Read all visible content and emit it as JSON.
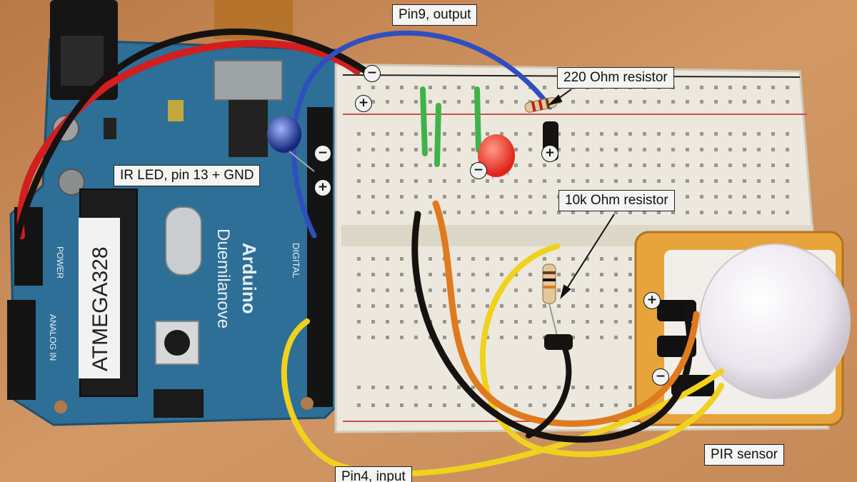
{
  "annotations": {
    "pin9": "Pin9, output",
    "resistor220": "220 Ohm resistor",
    "ir_led": "IR LED, pin 13 + GND",
    "resistor10k": "10k Ohm resistor",
    "pir": "PIR sensor",
    "pin4": "Pin4, input"
  },
  "board": {
    "chip_label": "ATMEGA328",
    "brand": "Arduino",
    "model": "Duemilanove",
    "digital_label": "DIGITAL",
    "power_label": "POWER",
    "analog_label": "ANALOG IN"
  },
  "signs": {
    "minus": "−",
    "plus": "+"
  },
  "colors": {
    "table": "#c98a55",
    "board": "#2d6f96",
    "breadboard": "#ece8dd",
    "wire_red": "#d21e1e",
    "wire_black": "#161210",
    "wire_blue": "#2e4fc0",
    "wire_yellow": "#f0d21e",
    "wire_orange": "#e07a1e",
    "wire_green": "#3fb24a",
    "led_red": "#f03a2a",
    "led_ir": "#1f3cb0"
  }
}
